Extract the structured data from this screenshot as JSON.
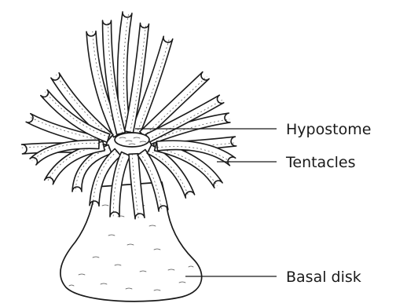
{
  "labels": {
    "hypostome": "Hypostome",
    "tentacles": "Tentacles",
    "basal_disk": "Basal disk"
  },
  "colors": {
    "ink": "#1a1a1a",
    "background": "#ffffff"
  }
}
